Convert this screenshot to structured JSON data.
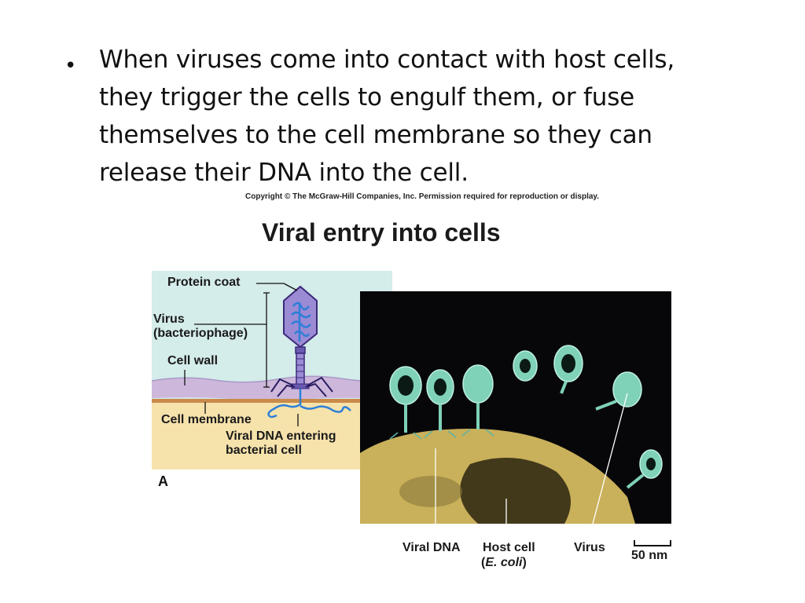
{
  "slide": {
    "bullet_symbol": "•",
    "bullet_lines": [
      "When viruses come into contact with host cells,",
      "they trigger the cells to engulf them, or fuse",
      "themselves to the cell membrane so they can",
      "release their DNA into the cell."
    ]
  },
  "figure": {
    "copyright": "Copyright © The McGraw-Hill Companies, Inc. Permission required for reproduction or display.",
    "title": "Viral entry into cells",
    "panel_a": {
      "letter": "A",
      "labels": {
        "protein_coat": "Protein coat",
        "virus_line1": "Virus",
        "virus_line2": "(bacteriophage)",
        "cell_wall": "Cell wall",
        "cell_membrane": "Cell membrane",
        "viral_dna_line1": "Viral DNA entering",
        "viral_dna_line2": "bacterial cell"
      },
      "colors": {
        "background": "#d4ecea",
        "cytoplasm": "#f6e2ab",
        "cell_wall": "#cdb8dc",
        "membrane": "#c98a4a",
        "phage": "#9b8ad4",
        "dna": "#2e7fd8"
      }
    },
    "micrograph": {
      "labels": {
        "viral_dna": "Viral DNA",
        "host_cell_line1": "Host cell",
        "host_cell_paren_open": "(",
        "host_cell_italic": "E. coli",
        "host_cell_paren_close": ")",
        "virus": "Virus",
        "scale_bar": "50 nm"
      },
      "colors": {
        "background": "#07070a",
        "host_cell": "#c9b05a",
        "virus": "#7fd1b8"
      }
    }
  }
}
